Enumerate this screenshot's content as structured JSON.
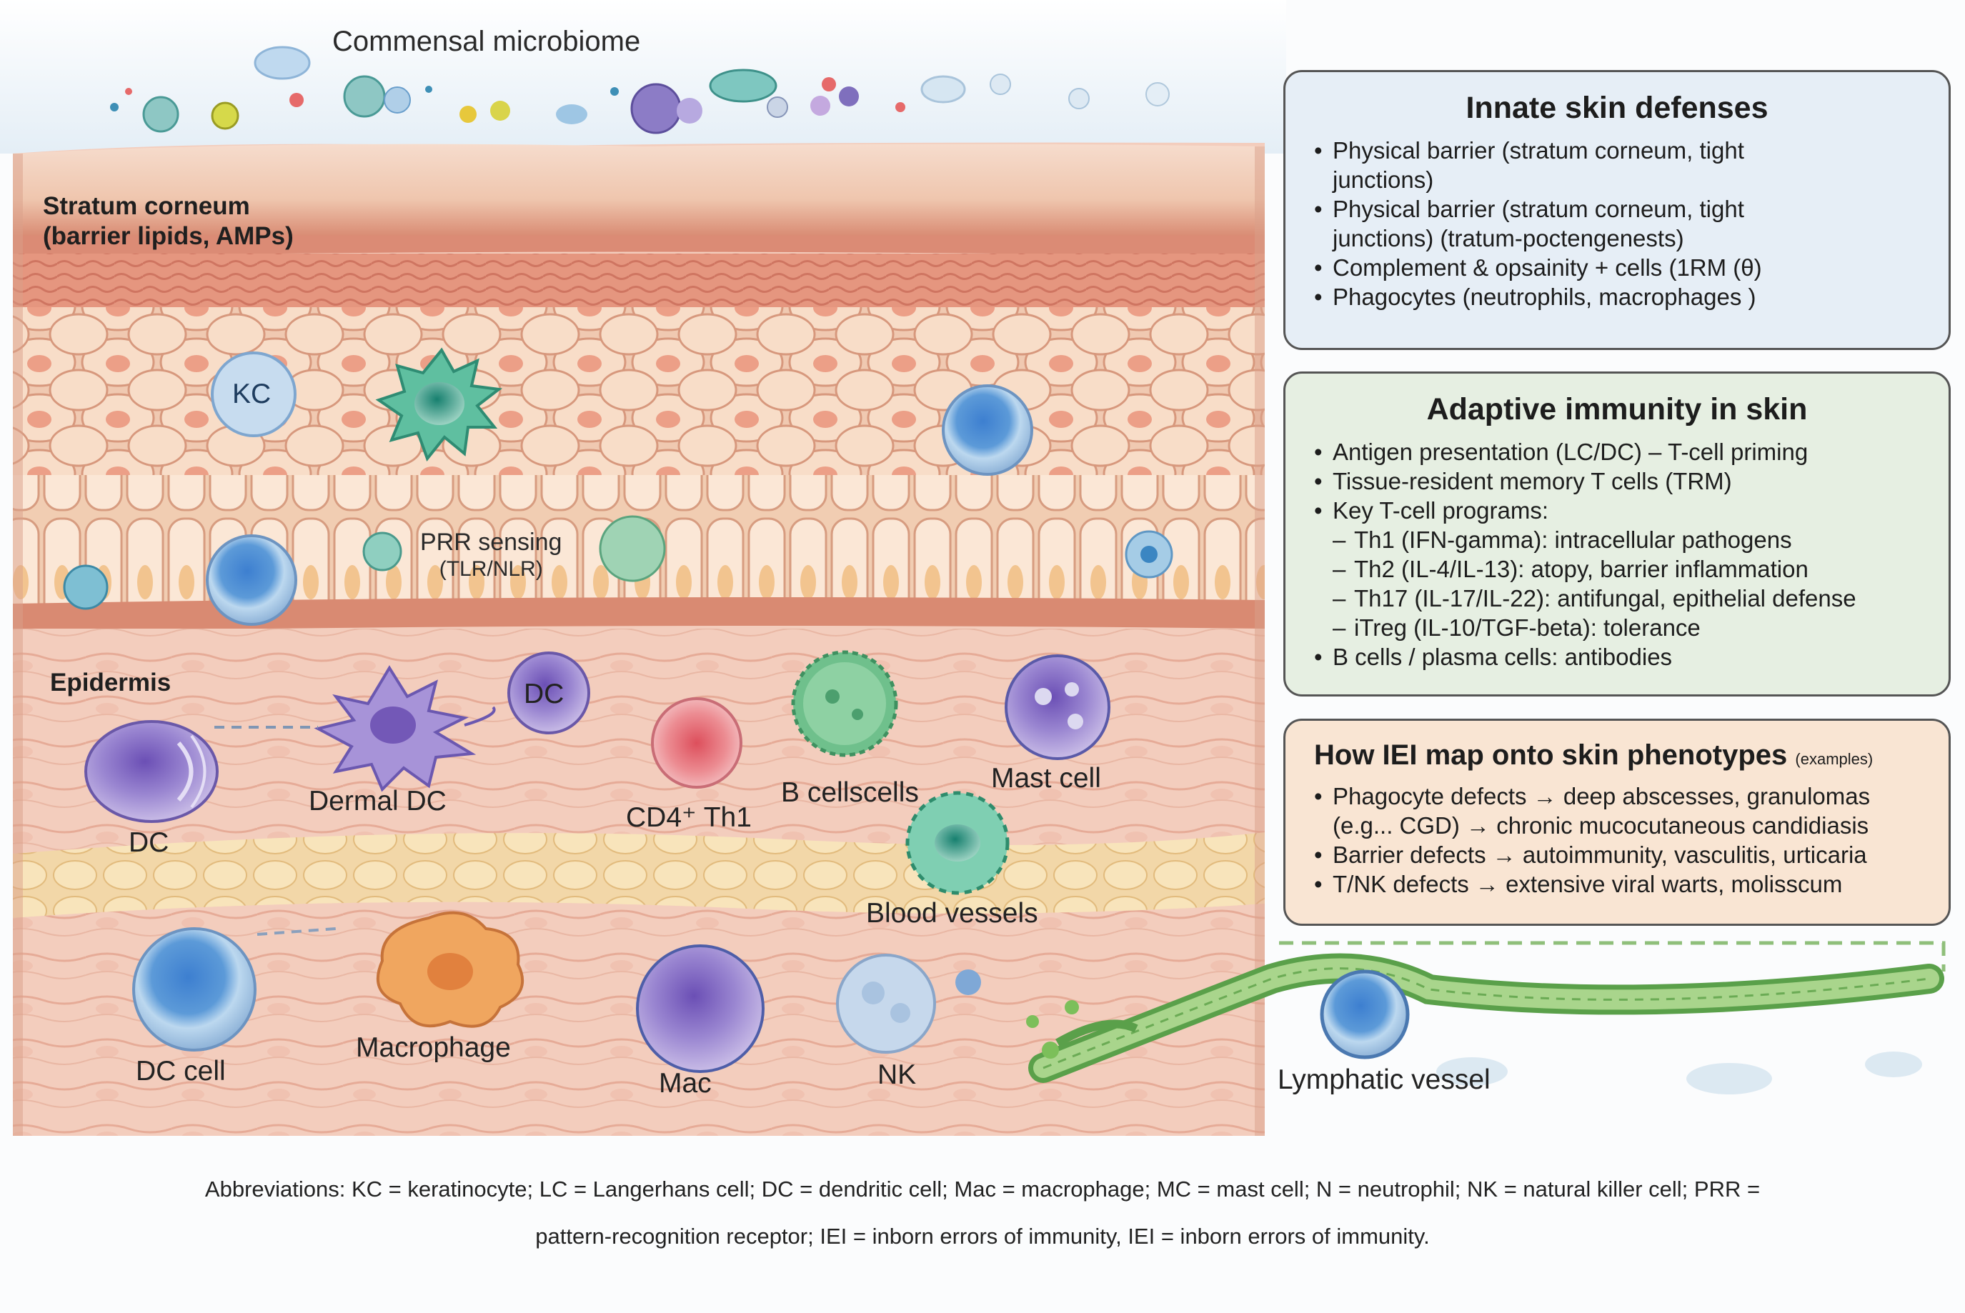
{
  "diagram": {
    "top_label": "Commensal microbiome",
    "layers": {
      "stratum_corneum_line1": "Stratum corneum",
      "stratum_corneum_line2": "(barrier lipids, AMPs)",
      "epidermis": "Epidermis"
    },
    "cells": {
      "kc": "KC",
      "prr_line1": "PRR sensing",
      "prr_line2": "(TLR/NLR)",
      "dc_left": "DC",
      "dermal_dc": "Dermal DC",
      "dc_small": "DC",
      "cd4": "CD4⁺ Th1",
      "bcells": "B cellscells",
      "mast": "Mast cell",
      "blood": "Blood vessels",
      "dc_cell": "DC cell",
      "macrophage": "Macrophage",
      "mac": "Mac",
      "nk": "NK",
      "lymph": "Lymphatic vessel"
    },
    "colors": {
      "skin": "#f3c7b4",
      "corneum": "#e9b9a0",
      "dermis": "#f2cdbd",
      "panel_innate": "#e6eef6",
      "panel_adaptive": "#e6efe2",
      "panel_iei": "#f9e5d3"
    }
  },
  "panels": {
    "innate": {
      "title": "Innate skin defenses",
      "items": [
        {
          "text": "Physical barrier (stratum corneum, tight",
          "cont": "junctions)"
        },
        {
          "text": "Physical barrier (stratum corneum, tight",
          "cont": "junctions) (tratum-poctengenests)"
        },
        {
          "text": "Complement & opsainity + cells (1RM (θ)"
        },
        {
          "text": "Phagocytes (neutrophils, macrophages )"
        }
      ]
    },
    "adaptive": {
      "title": "Adaptive immunity in skin",
      "items": [
        {
          "text": "Antigen presentation (LC/DC) – T-cell priming"
        },
        {
          "text": "Tissue-resident memory T cells (TRM)"
        },
        {
          "text": "Key T-cell programs:"
        },
        {
          "text": "Th1 (IFN-gamma): intracellular pathogens",
          "sub": true
        },
        {
          "text": "Th2 (IL-4/IL-13): atopy, barrier inflammation",
          "sub": true
        },
        {
          "text": "Th17 (IL-17/IL-22): antifungal, epithelial defense",
          "sub": true
        },
        {
          "text": "iTreg (IL-10/TGF-beta): tolerance",
          "sub": true
        },
        {
          "text": "B cells / plasma cells: antibodies"
        }
      ]
    },
    "iei": {
      "title": "How IEI map onto skin phenotypes",
      "title_note": "(examples)",
      "items": [
        {
          "text": "Phagocyte defects → deep abscesses, granulomas",
          "cont": "(e.g... CGD) → chronic mucocutaneous candidiasis"
        },
        {
          "text": "Barrier defects → autoimmunity, vasculitis, urticaria"
        },
        {
          "text": "T/NK defects → extensive viral warts, molisscum"
        }
      ]
    }
  },
  "abbreviations": {
    "line1": "Abbreviations:  KC = keratinocyte; LC = Langerhans cell; DC = dendritic cell; Mac = macrophage; MC = mast cell; N = neutrophil; NK = natural killer cell; PRR =",
    "line2": "pattern-recognition receptor; IEI = inborn errors of immunity, IEI = inborn errors of immunity."
  }
}
